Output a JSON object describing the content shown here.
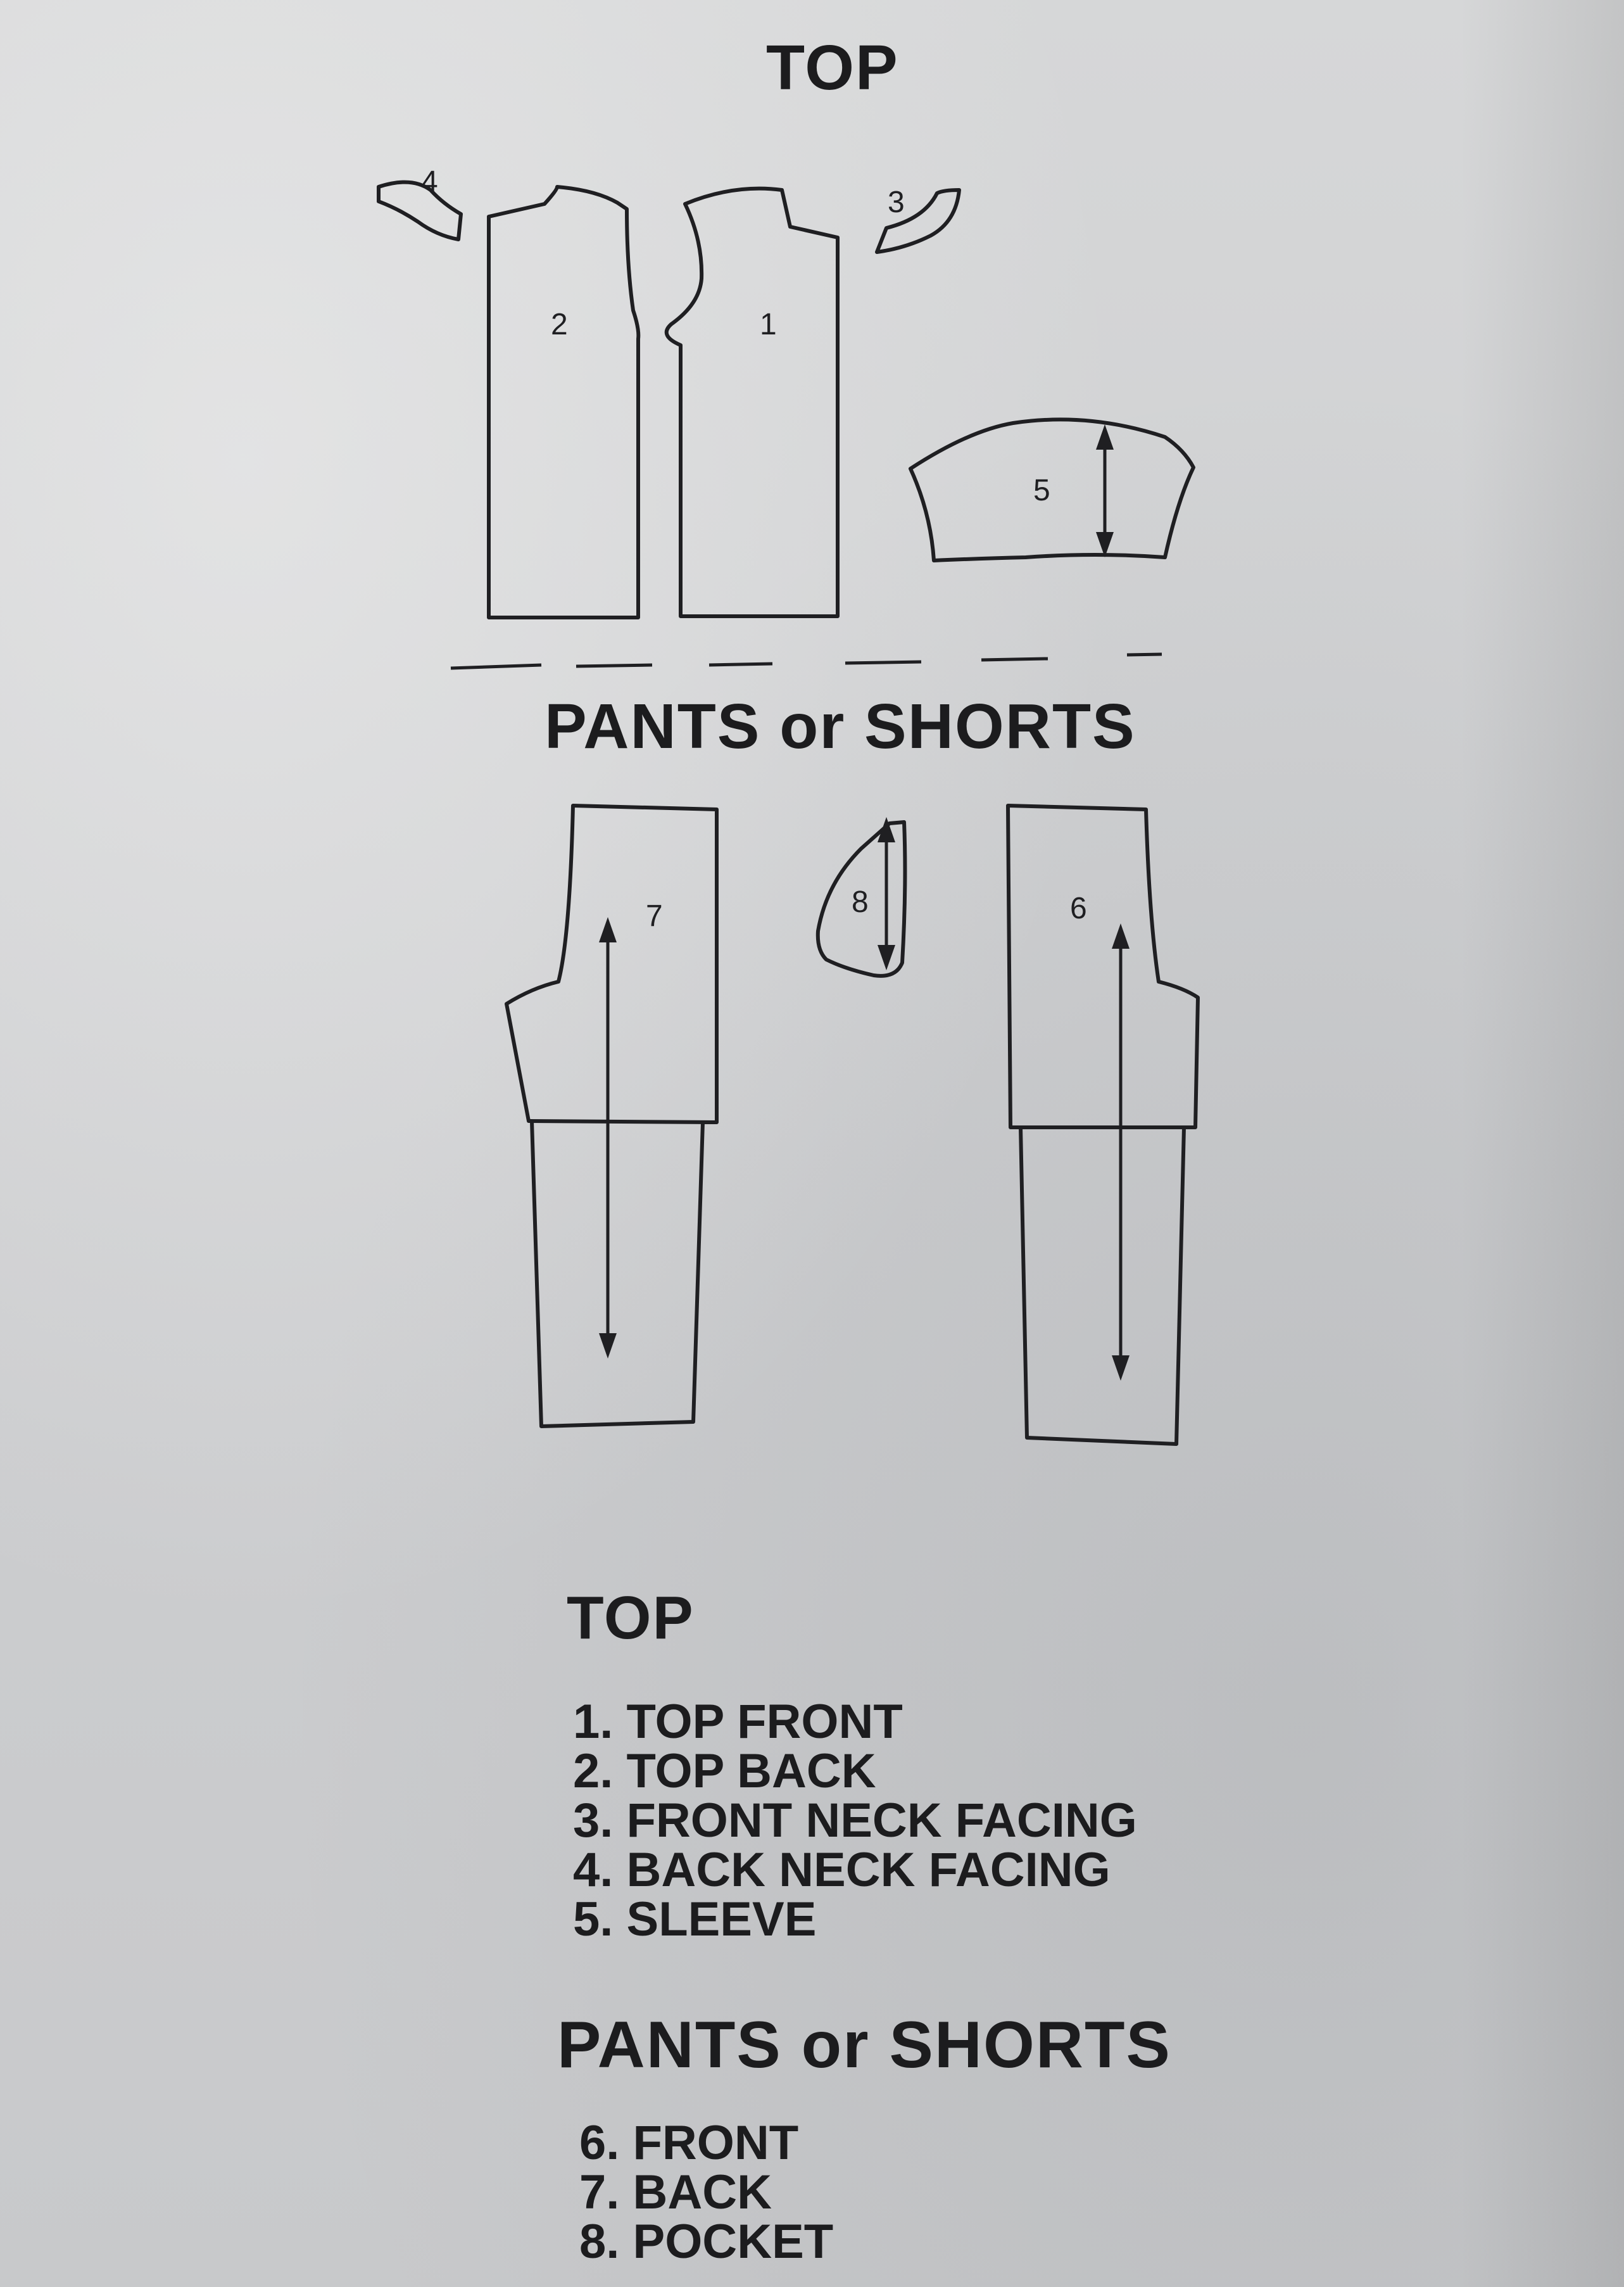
{
  "headings": {
    "top": "TOP",
    "pants": "PANTS or SHORTS"
  },
  "piece_numbers": [
    "1",
    "2",
    "3",
    "4",
    "5",
    "6",
    "7",
    "8"
  ],
  "legend": {
    "top_title": "TOP",
    "top_items": [
      "1. TOP FRONT",
      "2. TOP BACK",
      "3. FRONT NECK FACING",
      "4. BACK NECK FACING",
      "5. SLEEVE"
    ],
    "pants_title": "PANTS or SHORTS",
    "pants_items": [
      "6. FRONT",
      "7. BACK",
      "8. POCKET"
    ]
  },
  "colors": {
    "paper": "#cfd0d2",
    "ink": "#1f1f22"
  }
}
